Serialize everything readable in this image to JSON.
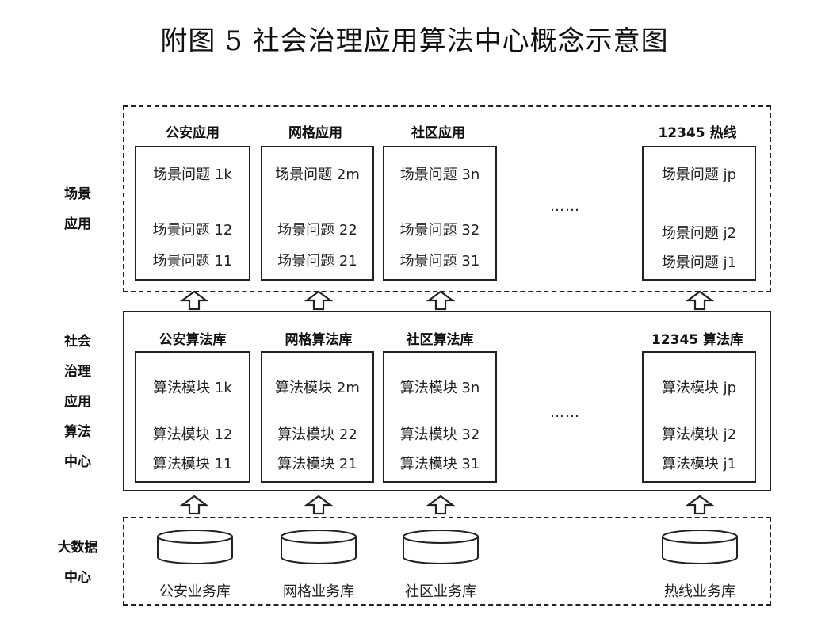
{
  "title": "附图 5  社会治理应用算法中心概念示意图",
  "layers": {
    "scene": {
      "label_line1": "场景",
      "label_line2": "应用"
    },
    "algo": {
      "label_lines": [
        "社会",
        "治理",
        "应用",
        "算法",
        "中心"
      ]
    },
    "data": {
      "label_line1": "大数据",
      "label_line2": "中心"
    }
  },
  "scene_columns": [
    {
      "head": "公安应用",
      "items": [
        "场景问题 1k",
        "场景问题 12",
        "场景问题 11"
      ]
    },
    {
      "head": "网格应用",
      "items": [
        "场景问题 2m",
        "场景问题 22",
        "场景问题 21"
      ]
    },
    {
      "head": "社区应用",
      "items": [
        "场景问题 3n",
        "场景问题 32",
        "场景问题 31"
      ]
    },
    {
      "head": "12345 热线",
      "items": [
        "场景问题 jp",
        "场景问题 j2",
        "场景问题 j1"
      ]
    }
  ],
  "algo_columns": [
    {
      "head": "公安算法库",
      "items": [
        "算法模块 1k",
        "算法模块 12",
        "算法模块 11"
      ]
    },
    {
      "head": "网格算法库",
      "items": [
        "算法模块 2m",
        "算法模块 22",
        "算法模块 21"
      ]
    },
    {
      "head": "社区算法库",
      "items": [
        "算法模块 3n",
        "算法模块 32",
        "算法模块 31"
      ]
    },
    {
      "head": "12345 算法库",
      "items": [
        "算法模块 jp",
        "算法模块 j2",
        "算法模块 j1"
      ]
    }
  ],
  "databases": [
    "公安业务库",
    "网格业务库",
    "社区业务库",
    "热线业务库"
  ],
  "ellipsis": "……",
  "colors": {
    "line": "#222222",
    "text": "#111111"
  }
}
